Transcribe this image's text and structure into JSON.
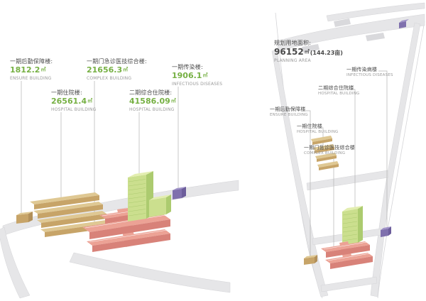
{
  "palette": {
    "green": "#76b043",
    "text": "#4a4a4a",
    "muted": "#9a9a9a",
    "road": "#e6e6e8",
    "road_edge": "#d4d4d7",
    "block": "#d9d9dc",
    "leader": "#b3b3b3",
    "tan_top": "#dfc893",
    "tan_front": "#c7a468",
    "tan_side": "#b2905a",
    "red_top": "#eca295",
    "red_front": "#d88279",
    "green_top": "#e3eeb0",
    "green_front": "#cbdf8e",
    "green_side": "#accb6f",
    "purple_top": "#a093c8",
    "purple_front": "#7f70ad",
    "purple_side": "#6c5d9b"
  },
  "left_view": {
    "labels": [
      {
        "id": "ensure",
        "cn": "一期后勤保障楼:",
        "value": "1812.2",
        "unit": "㎡",
        "en": "ENSURE BUILDING"
      },
      {
        "id": "complex",
        "cn": "一期门急诊医技综合楼:",
        "value": "21656.3",
        "unit": "㎡",
        "en": "COMPLEX BUILDING"
      },
      {
        "id": "infectious",
        "cn": "一期传染楼:",
        "value": "1906.1",
        "unit": "㎡",
        "en": "INFECTIOUS DISEASES"
      },
      {
        "id": "hospital1",
        "cn": "一期住院楼:",
        "value": "26561.4",
        "unit": "㎡",
        "en": "HOSPITAL BUILDING"
      },
      {
        "id": "hospital2",
        "cn": "二期综合住院楼:",
        "value": "41586.09",
        "unit": "㎡",
        "en": "HOSPITAL BUILDING"
      }
    ]
  },
  "right_view": {
    "planning": {
      "cn": "规划用地面积:",
      "value": "96152",
      "unit": "㎡",
      "extra": "(144.23亩)",
      "en": "PLANNING AREA"
    },
    "labels": [
      {
        "id": "infectious",
        "cn": "一期传染病楼",
        "en": "INFECTIOUS DISEASES"
      },
      {
        "id": "hospital2",
        "cn": "二期综合住院楼",
        "en": "HOSPITAL BUILDING"
      },
      {
        "id": "ensure",
        "cn": "一期后勤保障楼",
        "en": "ENSURE BUILDING"
      },
      {
        "id": "hospital1",
        "cn": "一期住院楼",
        "en": "HOSPITAL BUILDING"
      },
      {
        "id": "complex",
        "cn": "一期门急诊医技综合楼",
        "en": "COMPLEX BUILDING"
      }
    ]
  }
}
